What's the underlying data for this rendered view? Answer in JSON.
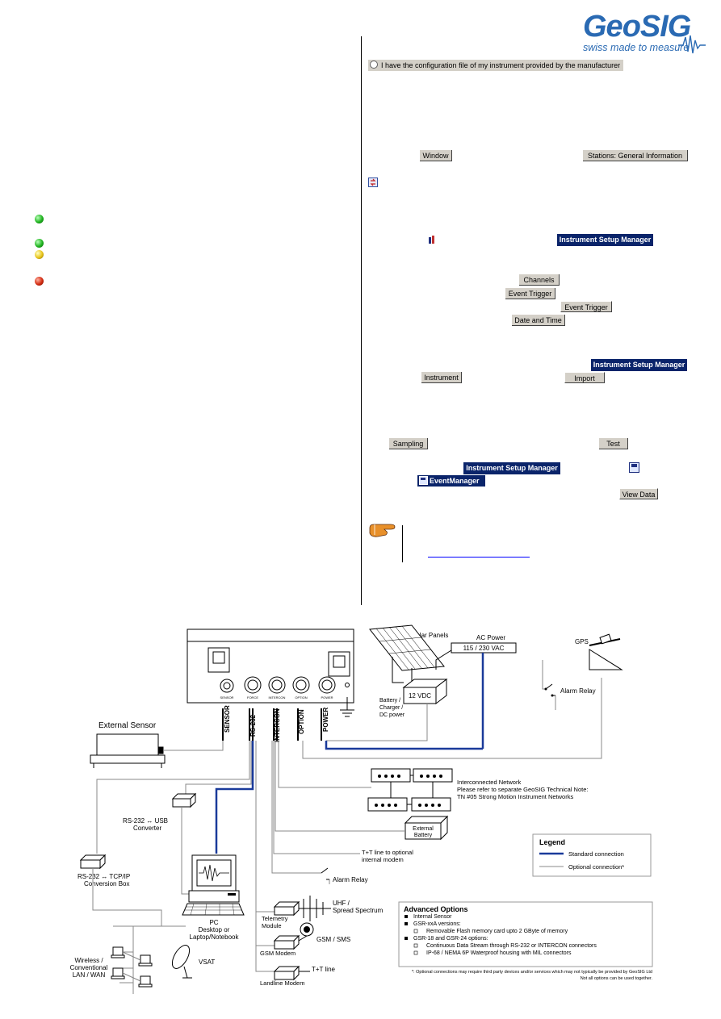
{
  "header": {
    "logo_text": "GeoSIG",
    "logo_tagline": "swiss made to measure"
  },
  "config_option": {
    "label": "I have the configuration file of my instrument provided by the manufacturer"
  },
  "buttons": {
    "window": "Window",
    "stations_general": "Stations: General Information",
    "channels": "Channels",
    "event_trigger_1": "Event Trigger",
    "event_trigger_2": "Event Trigger",
    "date_time": "Date and Time",
    "instrument": "Instrument",
    "import": "Import",
    "sampling": "Sampling",
    "test": "Test",
    "view_data": "View Data"
  },
  "titles": {
    "ism_1": "Instrument Setup Manager",
    "ism_2": "Instrument Setup Manager",
    "ism_3": "Instrument Setup Manager",
    "event_manager": "EventManager"
  },
  "led_colors": {
    "green": "#1fb31f",
    "yellow": "#e8c41a",
    "red": "#d22a10"
  },
  "diagram": {
    "panel_ports": [
      "SENSOR",
      "RS-232",
      "INTERCON",
      "OPTION",
      "POWER"
    ],
    "panel_port_small": [
      "SENSOR",
      "FORCE",
      "INTERCON",
      "OPTION",
      "POWER"
    ],
    "external_sensor": "External Sensor",
    "solar_panels": "Solar Panels",
    "ac_power": "AC Power",
    "ac_voltage": "115 / 230 VAC",
    "battery_voltage": "12 VDC",
    "battery_label": [
      "Battery /",
      "Charger /",
      "DC power"
    ],
    "gps": "GPS",
    "alarm_relay_1": "Alarm Relay",
    "alarm_relay_2": "Alarm Relay",
    "interconnected": [
      "Interconnected Network",
      "Please refer to separate GeoSIG Technical Note:",
      "TN #05 Strong Motion Instrument Networks"
    ],
    "ext_battery": [
      "External",
      "Battery"
    ],
    "tt_internal": [
      "T+T line to optional",
      "internal modem"
    ],
    "rs232_usb": [
      "RS-232 ↔ USB",
      "Converter"
    ],
    "rs232_tcpip": [
      "RS-232 ↔ TCP/IP",
      "Conversion Box"
    ],
    "pc": [
      "PC",
      "Desktop or",
      "Laptop/Notebook"
    ],
    "telemetry": [
      "Telemetry",
      "Module"
    ],
    "uhf": [
      "UHF /",
      "Spread Spectrum"
    ],
    "gsm_sms": "GSM / SMS",
    "gsm_modem": "GSM Modem",
    "tt_line": "T+T line",
    "landline": "Landline Modem",
    "vsat": "VSAT",
    "wireless": [
      "Wireless /",
      "Conventional",
      "LAN / WAN"
    ],
    "legend": {
      "title": "Legend",
      "standard": "Standard connection",
      "optional": "Optional connection*"
    },
    "advanced": {
      "title": "Advanced Options",
      "lines": [
        "Internal Sensor",
        "GSR-xxA versions:",
        "Removable Flash memory card upto 2 GByte of memory",
        "GSR-18 and GSR-24 options:",
        "Continuous Data Stream through RS-232 or INTERCON connectors",
        "IP-68 / NEMA 6P Waterproof housing with MIL connectors"
      ]
    },
    "footnote": [
      "*: Optional connections may require third party devices and/or services which may not typically be provided by GeoSIG Ltd",
      "Not all options can be used together."
    ]
  }
}
